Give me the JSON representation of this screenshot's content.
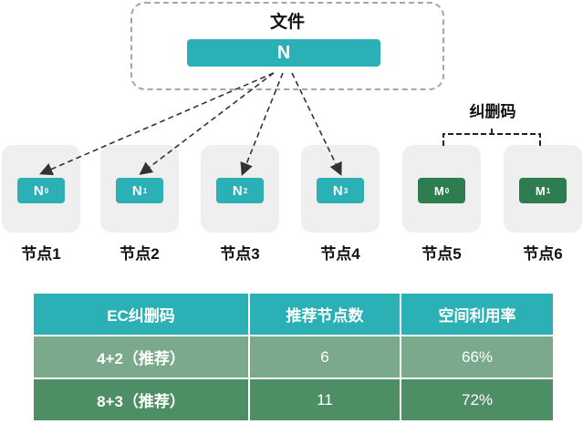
{
  "file": {
    "title": "文件",
    "block": "N"
  },
  "parity_label": "纠删码",
  "nodes": [
    {
      "chip": "N",
      "sub": "0",
      "label": "节点1",
      "kind": "data"
    },
    {
      "chip": "N",
      "sub": "1",
      "label": "节点2",
      "kind": "data"
    },
    {
      "chip": "N",
      "sub": "2",
      "label": "节点3",
      "kind": "data"
    },
    {
      "chip": "N",
      "sub": "3",
      "label": "节点4",
      "kind": "data"
    },
    {
      "chip": "M",
      "sub": "0",
      "label": "节点5",
      "kind": "parity"
    },
    {
      "chip": "M",
      "sub": "1",
      "label": "节点6",
      "kind": "parity"
    }
  ],
  "table": {
    "headers": [
      "EC纠删码",
      "推荐节点数",
      "空间利用率"
    ],
    "rows": [
      [
        "4+2（推荐）",
        "6",
        "66%"
      ],
      [
        "8+3（推荐）",
        "11",
        "72%"
      ]
    ]
  },
  "colors": {
    "teal": "#2ab0b5",
    "parity_green": "#2e7d50",
    "row1": "#7aa98b",
    "row2": "#4e8e64"
  }
}
